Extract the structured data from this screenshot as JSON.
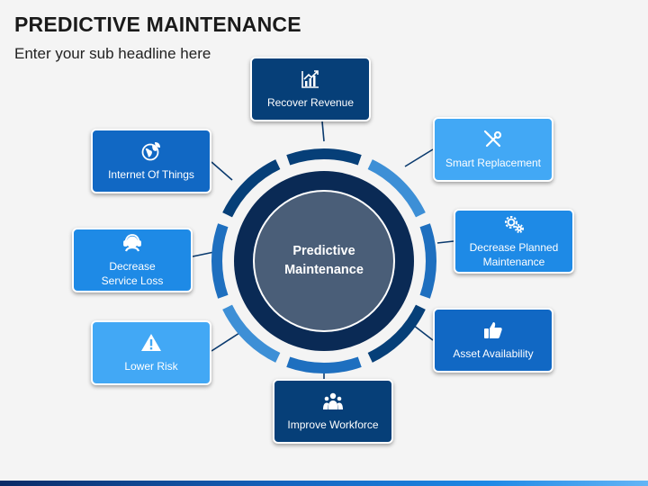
{
  "title": "PREDICTIVE MAINTENANCE",
  "subtitle": "Enter your sub headline here",
  "center": {
    "label": "Predictive\nMaintenance"
  },
  "colors": {
    "dark_navy": "#063a6e",
    "mid_blue": "#1e6fbf",
    "light_blue": "#42a5f5",
    "bright_blue": "#1e88e5",
    "center_fill": "#4a5e78",
    "center_ring": "#0a2a55"
  },
  "boxes": [
    {
      "id": "recover-revenue",
      "label": "Recover Revenue",
      "icon": "bar-chart-growth-icon",
      "color": "#063f78"
    },
    {
      "id": "smart-replacement",
      "label": "Smart Replacement",
      "icon": "wrench-screwdriver-icon",
      "color": "#42a8f5"
    },
    {
      "id": "decrease-planned-maintenance",
      "label": "Decrease Planned\nMaintenance",
      "icon": "gears-icon",
      "color": "#1e8ae6"
    },
    {
      "id": "asset-availability",
      "label": "Asset Availability",
      "icon": "thumbs-up-icon",
      "color": "#1168c4"
    },
    {
      "id": "improve-workforce",
      "label": "Improve Workforce",
      "icon": "team-icon",
      "color": "#063f78"
    },
    {
      "id": "lower-risk",
      "label": "Lower Risk",
      "icon": "warning-icon",
      "color": "#42a8f5"
    },
    {
      "id": "decrease-service-loss",
      "label": "Decrease\nService Loss",
      "icon": "support-agent-icon",
      "color": "#1e8ae6"
    },
    {
      "id": "internet-of-things",
      "label": "Internet Of Things",
      "icon": "globe-leaf-icon",
      "color": "#1168c4"
    }
  ]
}
